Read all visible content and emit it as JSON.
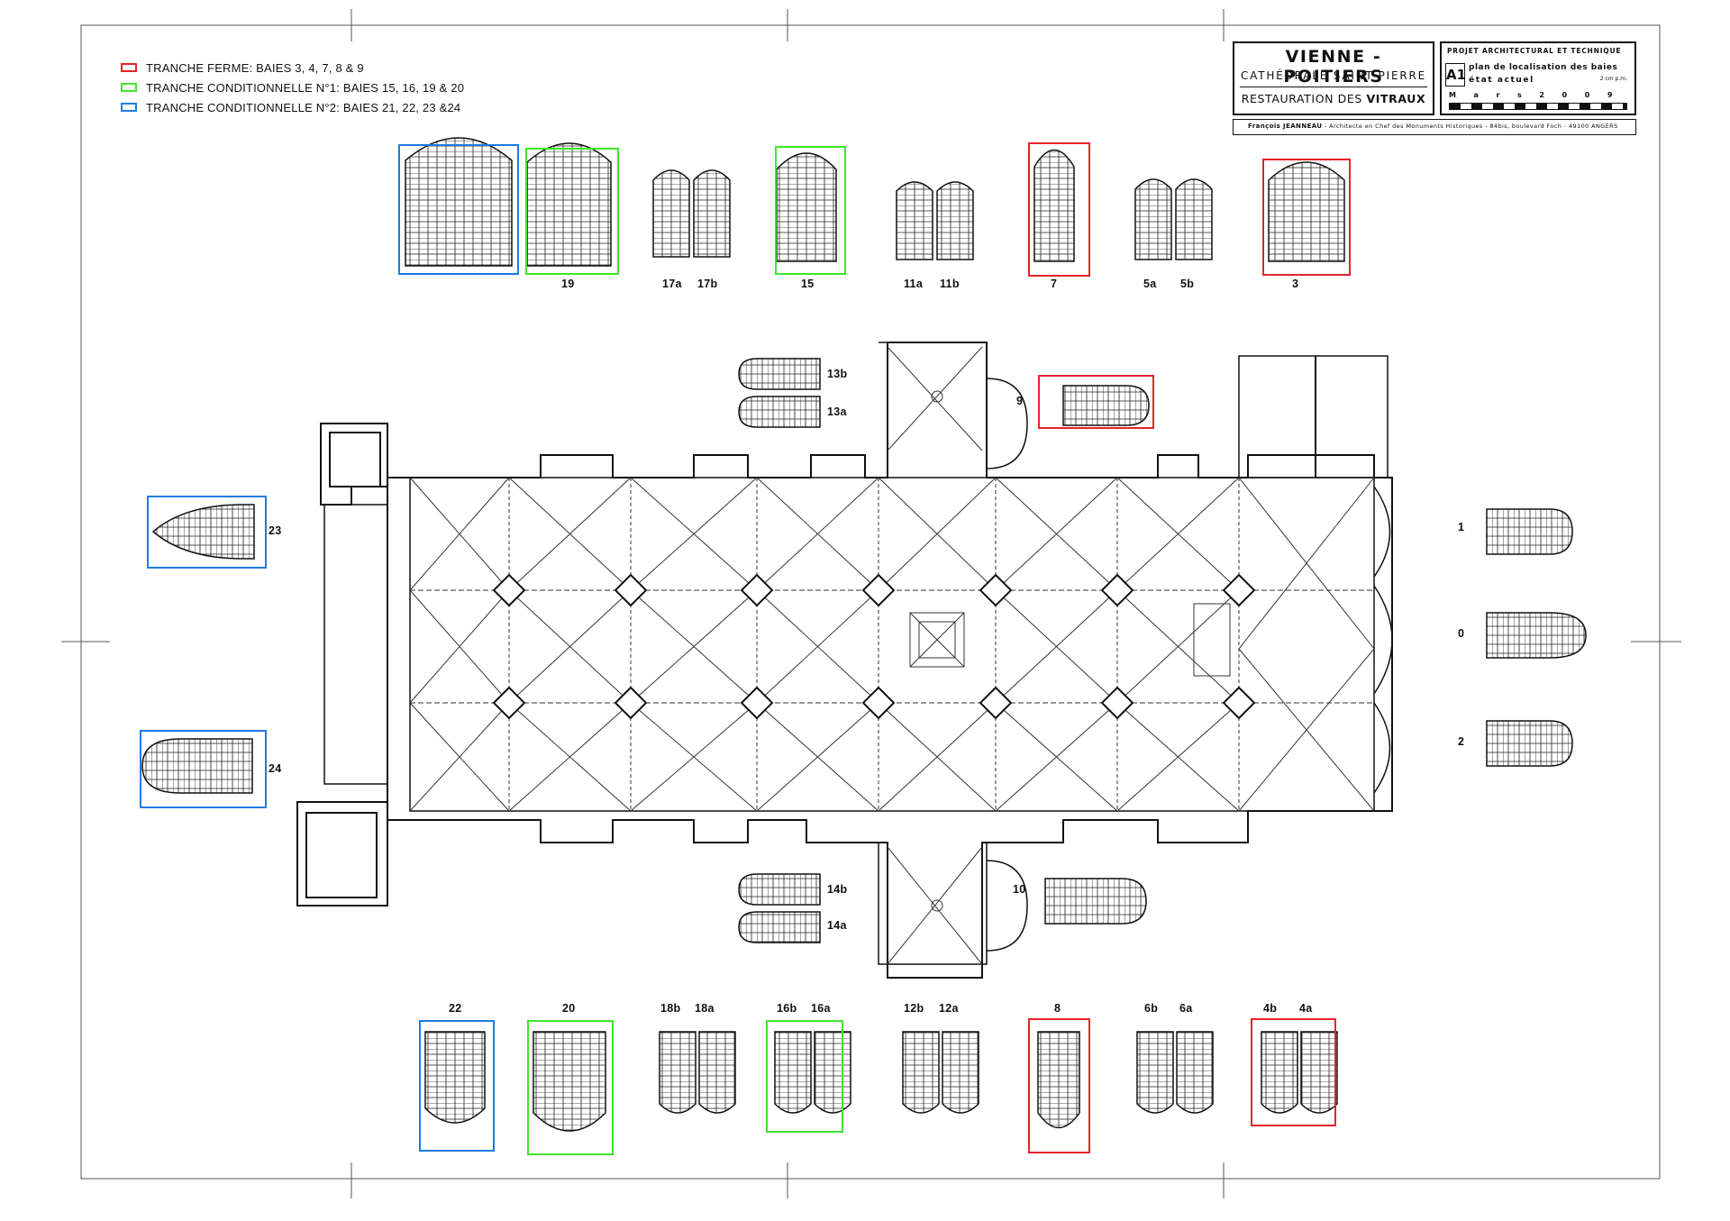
{
  "legend": [
    {
      "label": "TRANCHE FERME: BAIES 3, 4, 7, 8 & 9",
      "color": "#e8212a"
    },
    {
      "label": "TRANCHE CONDITIONNELLE N°1: BAIES 15, 16, 19 & 20",
      "color": "#3ee62a"
    },
    {
      "label": "TRANCHE CONDITIONNELLE N°2: BAIES 21, 22, 23 &24",
      "color": "#1f7be0"
    }
  ],
  "title_block": {
    "city": "VIENNE - POITIERS",
    "cathedral": "CATHÉDRALE SAINT-PIERRE",
    "restoration_prefix": "RESTAURATION DES",
    "restoration_bold": "VITRAUX",
    "project": "PROJET ARCHITECTURAL ET TECHNIQUE",
    "sheet": "A1",
    "plan_title": "plan de localisation des baies",
    "state": "état actuel",
    "scale": "2 cm p.m.",
    "date": "M a r s  2 0 0 9",
    "author": "François JEANNEAU",
    "author_detail": "- Architecte en Chef des Monuments Historiques - 84bis, boulevard Foch - 49100 ANGERS"
  },
  "bay_labels": {
    "top": [
      "19",
      "17a",
      "17b",
      "15",
      "11a",
      "11b",
      "7",
      "5a",
      "5b",
      "3"
    ],
    "bottom": [
      "22",
      "20",
      "18b",
      "18a",
      "16b",
      "16a",
      "12b",
      "12a",
      "8",
      "6b",
      "6a",
      "4b",
      "4a"
    ],
    "north_chapel": [
      "13b",
      "13a",
      "9"
    ],
    "south_chapel": [
      "14b",
      "14a",
      "10"
    ],
    "west": [
      "23",
      "24"
    ],
    "east": [
      "1",
      "0",
      "2"
    ]
  }
}
